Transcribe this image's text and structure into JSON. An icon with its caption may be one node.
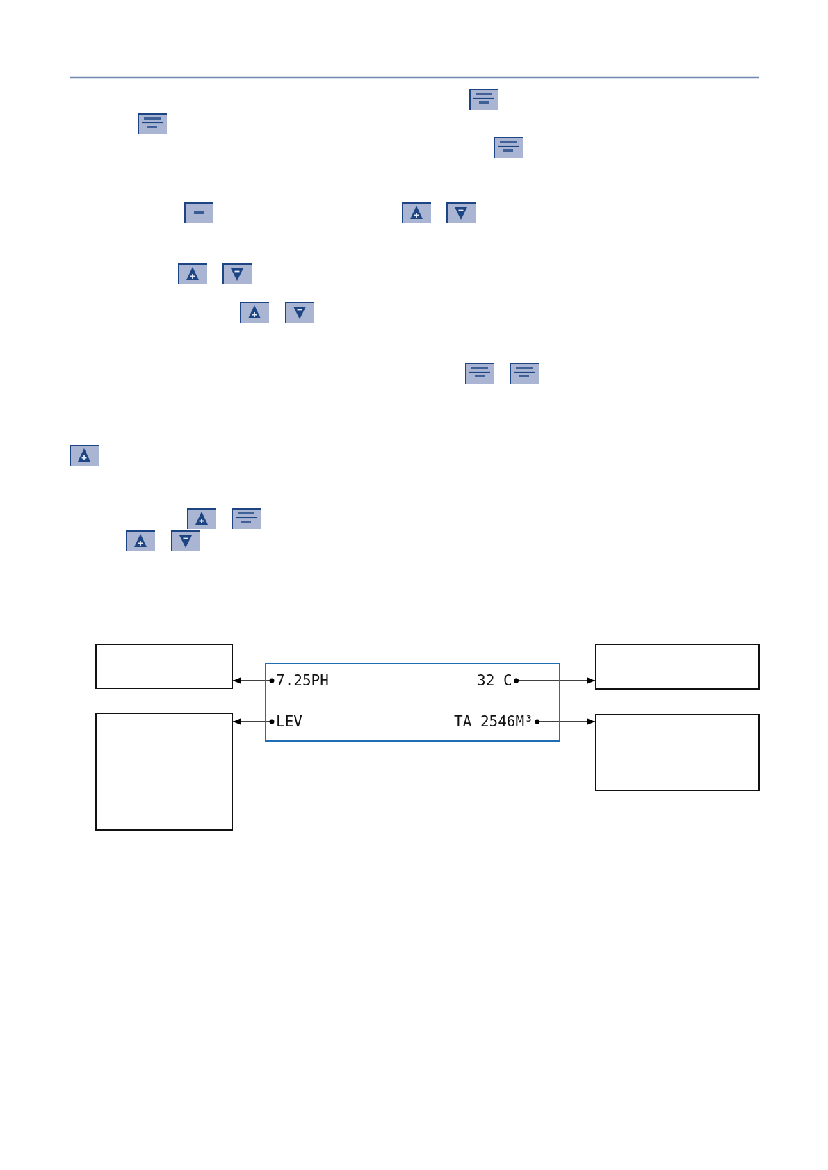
{
  "diagram": {
    "nodes": [
      {
        "text": [],
        "shape": "box"
      },
      {
        "text": [
          "7.25PH"
        ],
        "in": 0
      },
      {
        "text": [
          "32 C"
        ],
        "in": 0
      },
      {
        "text": [
          "LEV"
        ],
        "in": 0
      },
      {
        "text": [
          "TA 2546M³"
        ],
        "in": 0
      },
      {
        "text": [],
        "shape": "box"
      },
      {
        "text": [],
        "shape": "box"
      },
      {
        "text": [],
        "shape": "box"
      },
      {
        "text": [],
        "shape": "box"
      }
    ],
    "edges": [
      {
        "from": 1,
        "to": 5,
        "arrow": "to"
      },
      {
        "from": 2,
        "to": 6,
        "arrow": "to"
      },
      {
        "from": 3,
        "to": 7,
        "arrow": "to"
      },
      {
        "from": 4,
        "to": 8,
        "arrow": "to"
      }
    ]
  }
}
